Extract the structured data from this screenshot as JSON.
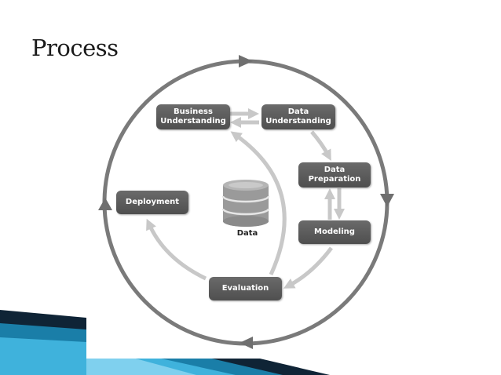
{
  "slide": {
    "title": "Process"
  },
  "diagram": {
    "stages": {
      "business_understanding": "Business\nUnderstanding",
      "data_understanding": "Data\nUnderstanding",
      "data_preparation": "Data\nPreparation",
      "modeling": "Modeling",
      "evaluation": "Evaluation",
      "deployment": "Deployment"
    },
    "center_label": "Data"
  },
  "colors": {
    "outer_cycle": "#7a7a7a",
    "inner_arrows": "#c8c8c8",
    "stage_box": "#5c5c5c",
    "accent_blue": "#1a8fc0",
    "accent_dark": "#12283a"
  }
}
